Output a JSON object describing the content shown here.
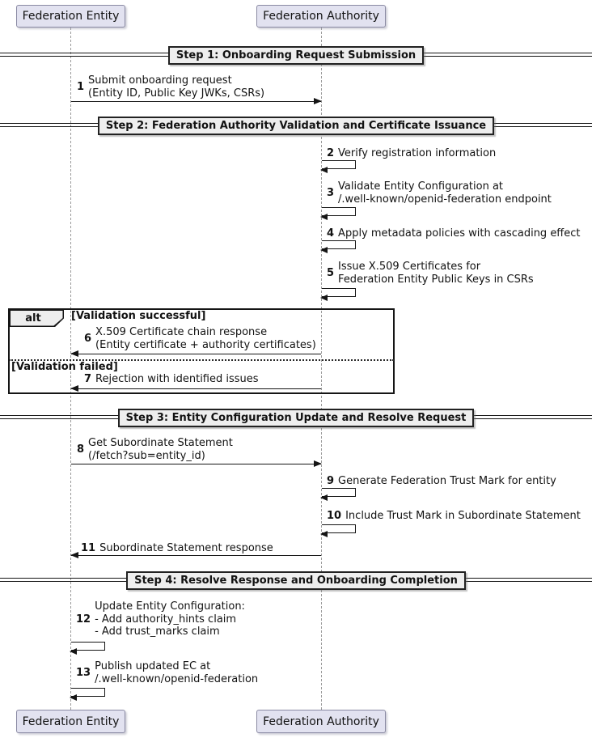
{
  "diagram": {
    "type": "uml-sequence-diagram",
    "participants": [
      {
        "id": "entity",
        "label": "Federation Entity"
      },
      {
        "id": "authority",
        "label": "Federation Authority"
      }
    ],
    "dividers": [
      {
        "label": "Step 1: Onboarding Request Submission"
      },
      {
        "label": "Step 2: Federation Authority Validation and Certificate Issuance"
      },
      {
        "label": "Step 3: Entity Configuration Update and Resolve Request"
      },
      {
        "label": "Step 4: Resolve Response and Onboarding Completion"
      }
    ],
    "alt": {
      "operator": "alt",
      "guards": [
        "[Validation successful]",
        "[Validation failed]"
      ]
    },
    "messages": [
      {
        "num": "1",
        "from": "entity",
        "to": "authority",
        "lines": [
          "Submit onboarding request",
          "(Entity ID, Public Key JWKs, CSRs)"
        ]
      },
      {
        "num": "2",
        "from": "authority",
        "to": "authority",
        "lines": [
          "Verify registration information"
        ]
      },
      {
        "num": "3",
        "from": "authority",
        "to": "authority",
        "lines": [
          "Validate Entity Configuration at",
          "/.well-known/openid-federation endpoint"
        ]
      },
      {
        "num": "4",
        "from": "authority",
        "to": "authority",
        "lines": [
          "Apply metadata policies with cascading effect"
        ]
      },
      {
        "num": "5",
        "from": "authority",
        "to": "authority",
        "lines": [
          "Issue X.509 Certificates for",
          "Federation Entity Public Keys in CSRs"
        ]
      },
      {
        "num": "6",
        "from": "authority",
        "to": "entity",
        "lines": [
          "X.509 Certificate chain response",
          "(Entity certificate + authority certificates)"
        ]
      },
      {
        "num": "7",
        "from": "authority",
        "to": "entity",
        "lines": [
          "Rejection with identified issues"
        ]
      },
      {
        "num": "8",
        "from": "entity",
        "to": "authority",
        "lines": [
          "Get Subordinate Statement",
          "(/fetch?sub=entity_id)"
        ]
      },
      {
        "num": "9",
        "from": "authority",
        "to": "authority",
        "lines": [
          "Generate Federation Trust Mark for entity"
        ]
      },
      {
        "num": "10",
        "from": "authority",
        "to": "authority",
        "lines": [
          "Include Trust Mark in Subordinate Statement"
        ]
      },
      {
        "num": "11",
        "from": "authority",
        "to": "entity",
        "lines": [
          "Subordinate Statement response"
        ]
      },
      {
        "num": "12",
        "from": "entity",
        "to": "entity",
        "lines": [
          "Update Entity Configuration:",
          "- Add authority_hints claim",
          "- Add trust_marks claim"
        ]
      },
      {
        "num": "13",
        "from": "entity",
        "to": "entity",
        "lines": [
          "Publish updated EC at",
          "/.well-known/openid-federation"
        ]
      }
    ],
    "colors": {
      "participant_fill": "#E2E2F0",
      "participant_border": "#8A8AA3",
      "divider_fill": "#EEEEEE",
      "frame_border": "#151515",
      "lifeline": "#9A9A9A",
      "text": "#121212",
      "background": "#FFFFFF"
    }
  }
}
